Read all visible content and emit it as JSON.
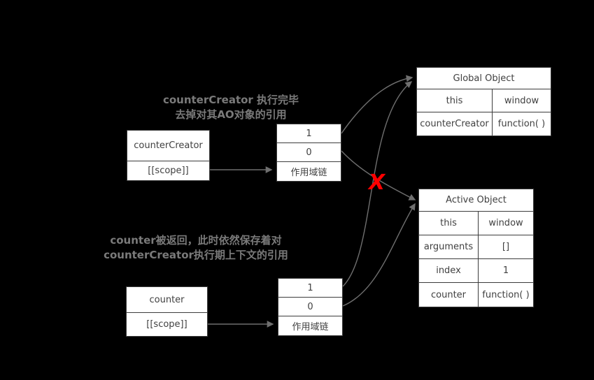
{
  "annotations": {
    "top": {
      "line1": "counterCreator 执行完毕",
      "line2": "去掉对其AO对象的引用"
    },
    "bottom": {
      "line1": "counter被返回，此时依然保存着对",
      "line2": "counterCreator执行期上下文的引用"
    },
    "removed_mark": "X"
  },
  "boxes": {
    "counter_creator": {
      "title": "counterCreator",
      "scope": "[[scope]]"
    },
    "counter": {
      "title": "counter",
      "scope": "[[scope]]"
    },
    "scope_chain_top": {
      "rows": [
        "1",
        "0",
        "作用域链"
      ]
    },
    "scope_chain_bottom": {
      "rows": [
        "1",
        "0",
        "作用域链"
      ]
    },
    "global_object": {
      "title": "Global Object",
      "rows": [
        {
          "key": "this",
          "value": "window"
        },
        {
          "key": "counterCreator",
          "value": "function( )"
        }
      ]
    },
    "active_object": {
      "title": "Active Object",
      "rows": [
        {
          "key": "this",
          "value": "window"
        },
        {
          "key": "arguments",
          "value": "[]"
        },
        {
          "key": "index",
          "value": "1"
        },
        {
          "key": "counter",
          "value": "function( )"
        }
      ]
    }
  },
  "colors": {
    "background": "#000000",
    "box_background": "#ffffff",
    "box_border": "#3c3c3c",
    "box_text": "#404040",
    "annotation_text": "#7a7a7a",
    "connector": "#6f6f6f",
    "removed_mark": "#ff0000"
  }
}
